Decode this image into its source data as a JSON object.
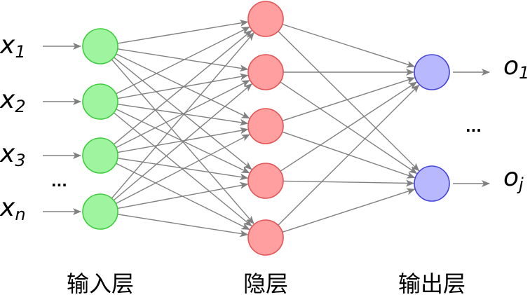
{
  "inputs": [
    {
      "symbol": "x",
      "subscript": "1"
    },
    {
      "symbol": "x",
      "subscript": "2"
    },
    {
      "symbol": "x",
      "subscript": "3"
    },
    {
      "symbol": "x",
      "subscript": "n"
    }
  ],
  "outputs": [
    {
      "symbol": "o",
      "subscript": "1"
    },
    {
      "symbol": "o",
      "subscript": "j"
    }
  ],
  "ellipsis": {
    "input": "...",
    "output": "..."
  },
  "captions": {
    "input_layer": "输入层",
    "hidden_layer": "隐层",
    "output_layer": "输出层"
  },
  "layers": {
    "input_count": 4,
    "hidden_count": 5,
    "output_count": 2
  },
  "colors": {
    "input_fill": "#9ff59f",
    "input_stroke": "#3fcc3f",
    "hidden_fill": "#ff9f9f",
    "hidden_stroke": "#e35555",
    "output_fill": "#b8b8ff",
    "output_stroke": "#4444d8",
    "edge": "#808080",
    "arrow": "#808080"
  },
  "connectivity": "fully-connected"
}
